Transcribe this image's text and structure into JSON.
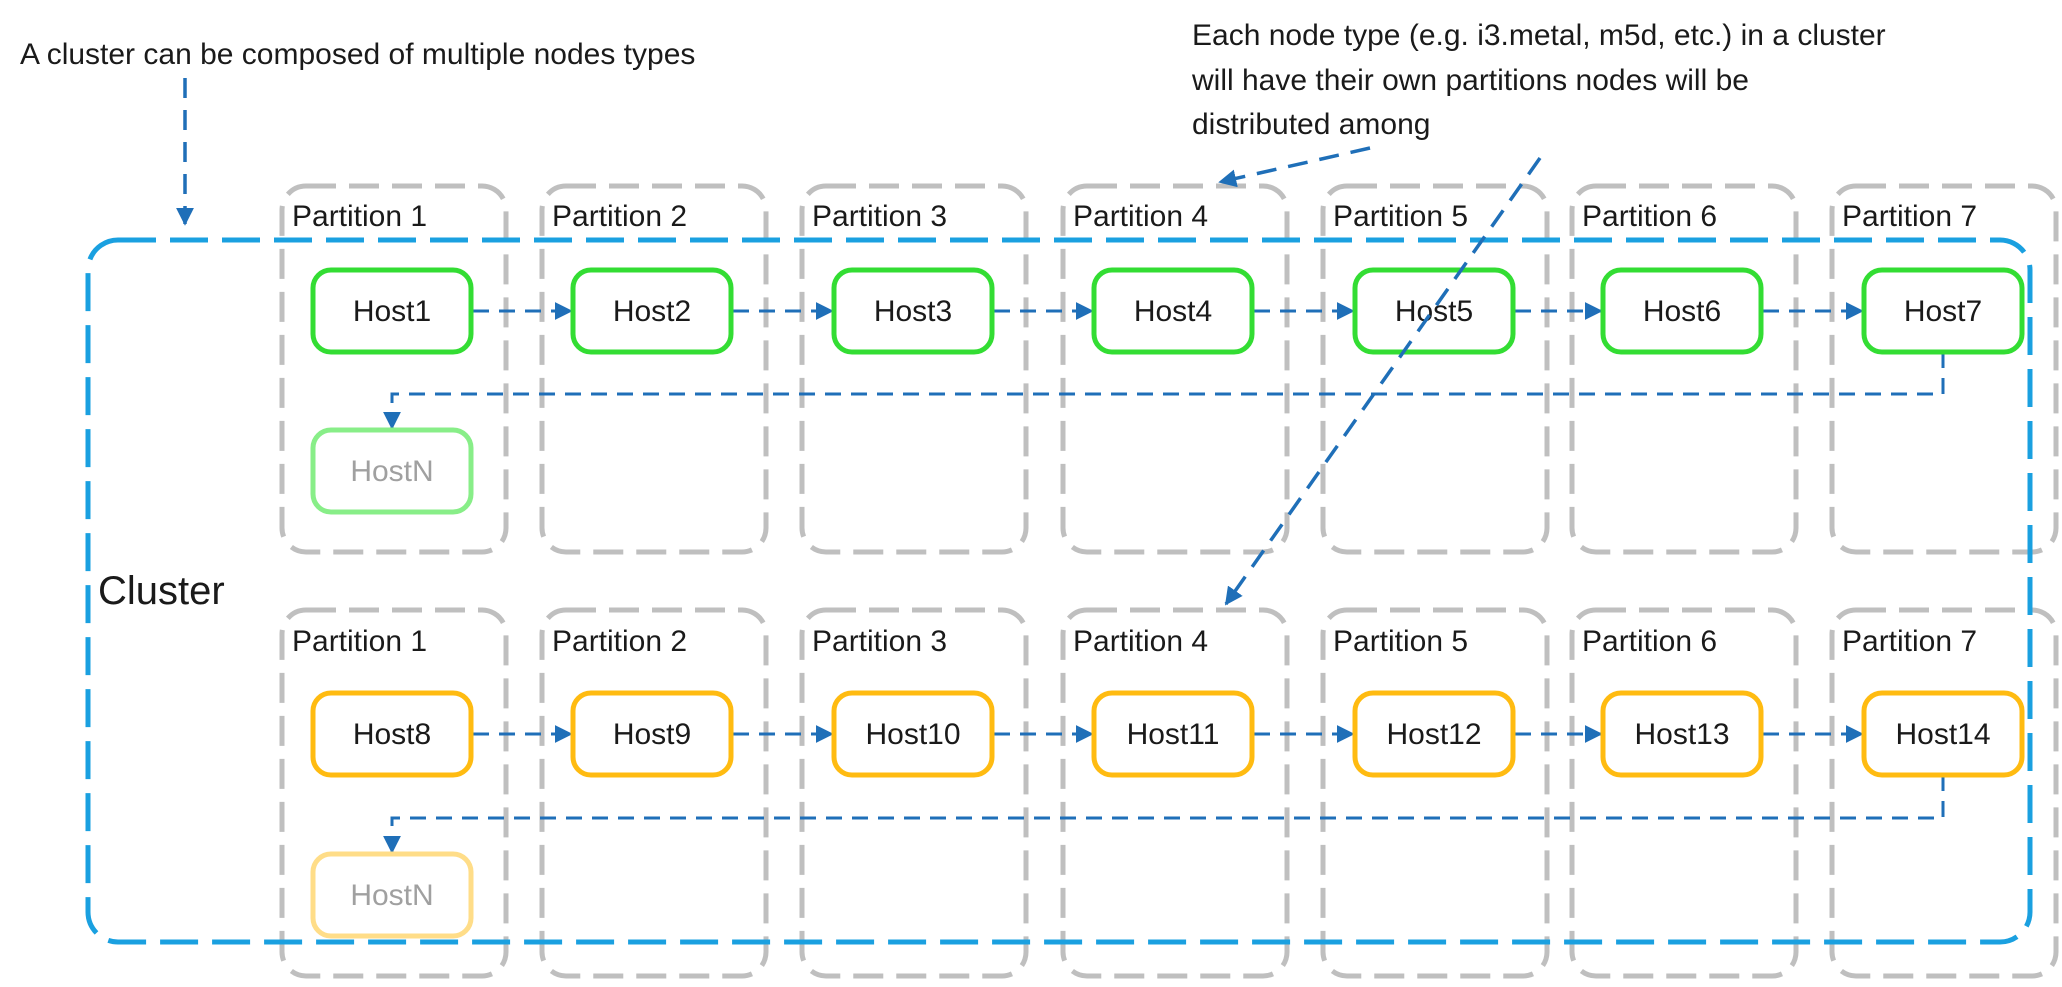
{
  "annotations": {
    "cluster_note": "A cluster can be composed of multiple nodes types",
    "node_type_note": [
      "Each node type (e.g. i3.metal, m5d, etc.) in a cluster",
      "will have their own partitions nodes will be",
      "distributed among"
    ]
  },
  "cluster": {
    "label": "Cluster"
  },
  "colors": {
    "cluster_border": "#1aa0e0",
    "partition_border": "#bfbfbf",
    "arrow": "#1f6fb8",
    "text": "#1a1a1a",
    "muted_text": "#a0a0a0",
    "group1_border": "#33dd33",
    "group1_faded_border": "#88ee88",
    "group2_border": "#ffbb11",
    "group2_faded_border": "#ffdd88"
  },
  "groups": [
    {
      "node_type": "group-1",
      "partitions": [
        "Partition 1",
        "Partition 2",
        "Partition 3",
        "Partition 4",
        "Partition 5",
        "Partition 6",
        "Partition 7"
      ],
      "hosts": [
        "Host1",
        "Host2",
        "Host3",
        "Host4",
        "Host5",
        "Host6",
        "Host7"
      ],
      "overflow_host": "HostN"
    },
    {
      "node_type": "group-2",
      "partitions": [
        "Partition 1",
        "Partition 2",
        "Partition 3",
        "Partition 4",
        "Partition 5",
        "Partition 6",
        "Partition 7"
      ],
      "hosts": [
        "Host8",
        "Host9",
        "Host10",
        "Host11",
        "Host12",
        "Host13",
        "Host14"
      ],
      "overflow_host": "HostN"
    }
  ]
}
